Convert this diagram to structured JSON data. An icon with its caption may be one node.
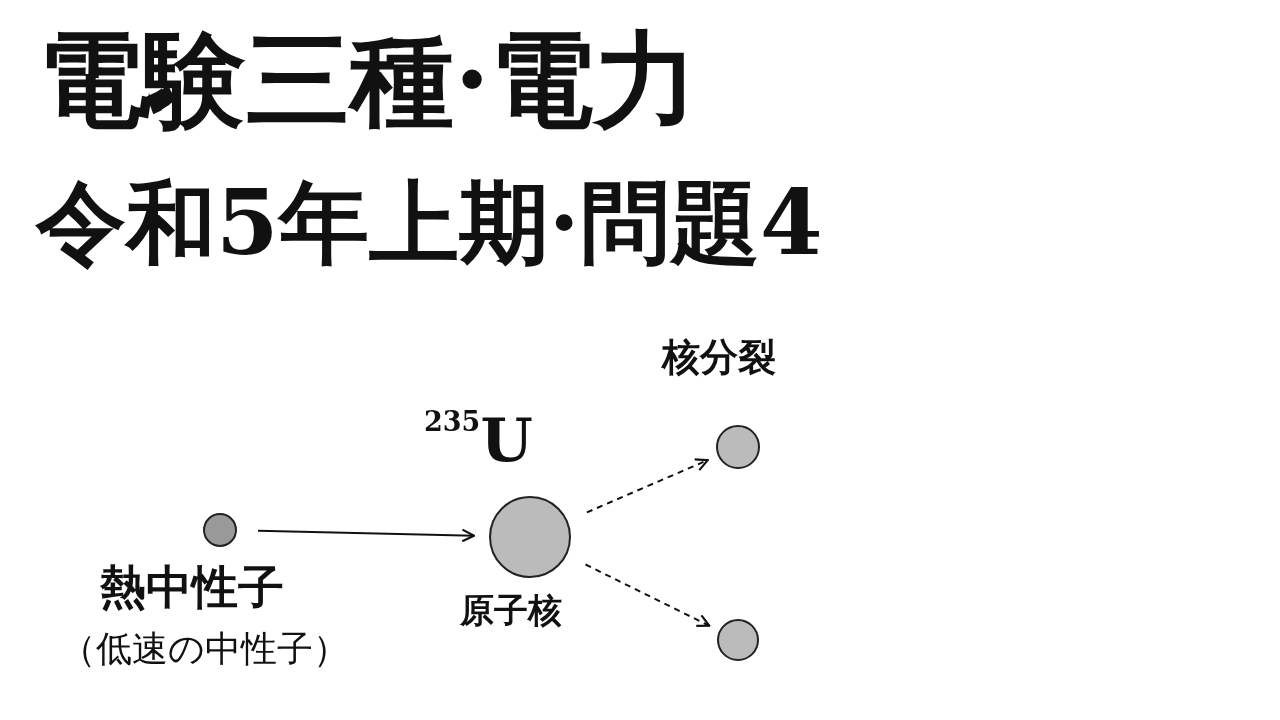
{
  "diagram": {
    "title": "電験三種·電力",
    "nodes": [
      {
        "text": [],
        "shape": "circle",
        "beside": [
          "熱中性子",
          "（低速の中性子）"
        ]
      },
      {
        "text": [],
        "shape": "circle",
        "beside": [
          "$^{235}$U",
          "原子核"
        ]
      },
      {
        "text": [],
        "shape": "circle"
      },
      {
        "text": [],
        "shape": "circle"
      }
    ],
    "edges": [
      {
        "from": 0,
        "to": 1,
        "arrow": "to"
      },
      {
        "from": 1,
        "to": 2,
        "arrow": "to",
        "style": "dashed"
      },
      {
        "from": 1,
        "to": 3,
        "arrow": "to",
        "style": "dashed"
      }
    ],
    "labels": [
      "令和5年上期·問題4",
      "核分裂"
    ]
  }
}
